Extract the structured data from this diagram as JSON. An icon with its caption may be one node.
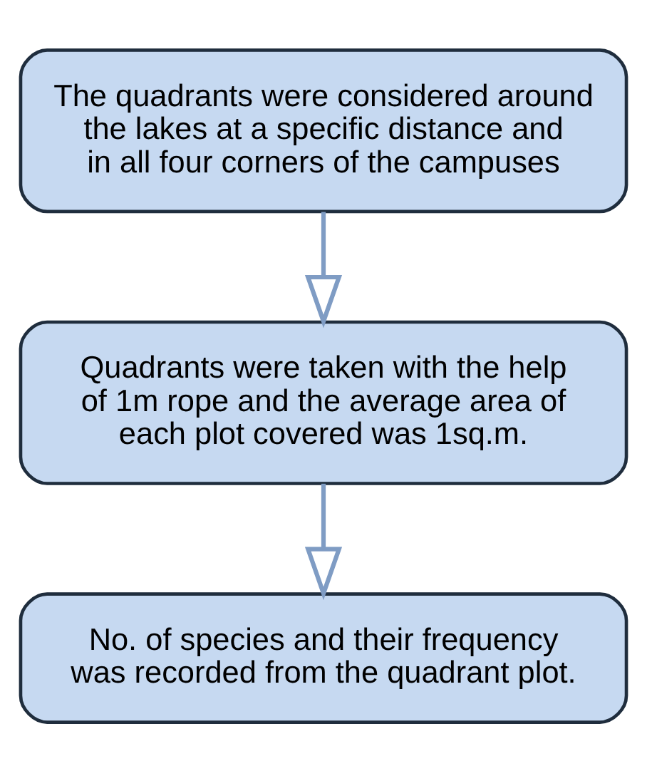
{
  "diagram": {
    "nodes": [
      {
        "text": [
          "The quadrants were considered around the lakes at a specific distance and in all four corners of the campuses"
        ]
      },
      {
        "text": [
          "Quadrants were taken with the help of 1m rope and the average area of each plot covered was 1sq.m."
        ]
      },
      {
        "text": [
          "No. of species and their frequency was recorded from the quadrant plot."
        ]
      }
    ],
    "edges": [
      {
        "from": 0,
        "to": 1,
        "arrow": "to"
      },
      {
        "from": 1,
        "to": 2,
        "arrow": "to"
      }
    ]
  }
}
